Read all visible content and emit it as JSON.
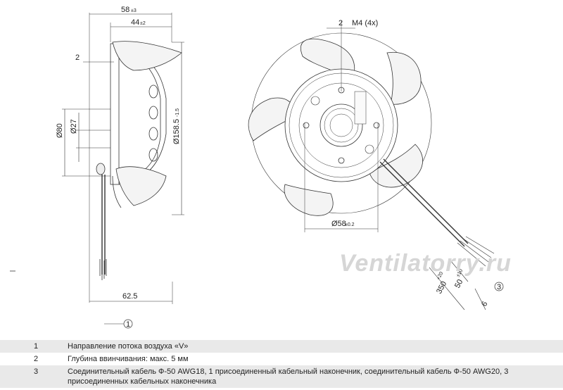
{
  "side_view": {
    "dims": {
      "d58": "58",
      "d58_tol": "±3",
      "d44": "44",
      "d44_tol": "±2",
      "d2": "2",
      "d80": "Ø80",
      "d27": "Ø27",
      "d158": "Ø158.5",
      "d158_tol": "-1.5",
      "d62": "62.5"
    },
    "callout": "1"
  },
  "front_view": {
    "d2": "2",
    "m4": "M4 (4x)",
    "d58": "Ø58",
    "d58_tol": "±0.2",
    "cable_50": "50",
    "cable_50_tol": "±10",
    "cable_350": "350",
    "cable_350_tol": "+20",
    "d6": "6",
    "callout": "3"
  },
  "watermark": "Ventilatorry.ru",
  "legend": [
    {
      "num": "1",
      "text": "Направление потока воздуха «V»"
    },
    {
      "num": "2",
      "text": "Глубина ввинчивания: макс. 5 мм"
    },
    {
      "num": "3",
      "text": "Соединительный кабель Ф-50 AWG18, 1 присоединенный кабельный наконечник, соединительный кабель Ф-50 AWG20, 3 присоединенных кабельных наконечника"
    }
  ]
}
